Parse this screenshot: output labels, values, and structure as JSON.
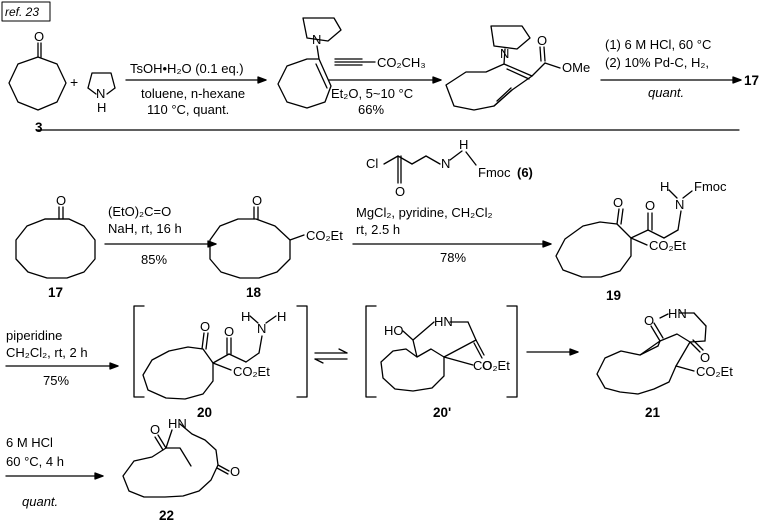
{
  "ref_tag": "ref. 23",
  "row1": {
    "compound_a": "3",
    "plus": "+",
    "step1_reagents": "TsOH•H₂O (0.1 eq.)",
    "step1_solvent": "toluene, n-hexane",
    "step1_conditions": "110 °C, quant.",
    "step2_reagent": "CO₂CH₃",
    "step2_conditions": "Et₂O, 5~10 °C",
    "step2_yield": "66%",
    "ome_label": "OMe",
    "step3_line1": "(1) 6 M HCl, 60 °C",
    "step3_line2": "(2) 10% Pd-C, H₂,",
    "step3_yield": "quant.",
    "product": "17"
  },
  "row2": {
    "start": "17",
    "step1_line1": "(EtO)₂C=O",
    "step1_line2": "NaH, rt, 16 h",
    "step1_yield": "85%",
    "product1": "18",
    "reagent6_cl": "Cl",
    "reagent6_fmoc": "Fmoc",
    "reagent6_id": "(6)",
    "step2_line1": "MgCl₂, pyridine, CH₂Cl₂",
    "step2_line2": "rt, 2.5 h",
    "step2_yield": "78%",
    "product2": "19"
  },
  "row3": {
    "step_line1": "piperidine",
    "step_line2": "CH₂Cl₂, rt, 2 h",
    "step_yield": "75%",
    "intermediate": "20",
    "intermediate_tautomer": "20'",
    "product": "21"
  },
  "row4": {
    "step_line1": "6 M HCl",
    "step_line2": "60 °C, 4 h",
    "step_yield": "quant.",
    "product": "22"
  },
  "atoms": {
    "o": "O",
    "n": "N",
    "h": "H",
    "nh": "NH",
    "hn": "HN",
    "ho": "HO",
    "co2et": "CO₂Et",
    "fmoc": "Fmoc"
  }
}
